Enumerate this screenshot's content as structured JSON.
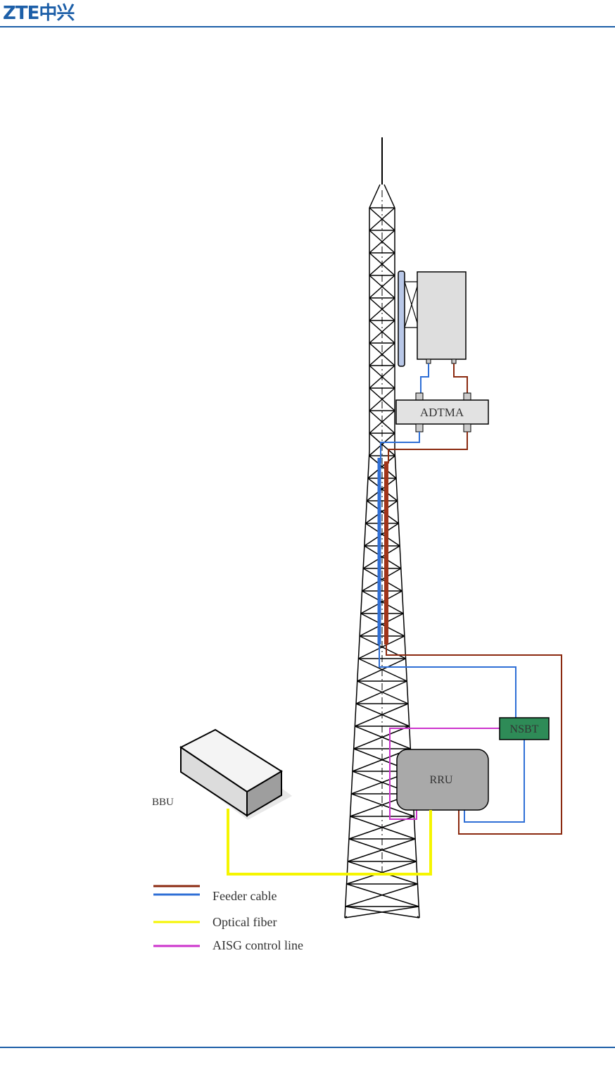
{
  "header": {
    "logo_text": "ZTE中兴",
    "brand_color": "#1d5fa8"
  },
  "diagram": {
    "labels": {
      "adtma": "ADTMA",
      "nsbt": "NSBT",
      "rru": "RRU",
      "bbu": "BBU"
    },
    "legend": [
      {
        "label": "Feeder cable",
        "colors": [
          "#8b2a10",
          "#2f6fd6"
        ]
      },
      {
        "label": "Optical fiber",
        "colors": [
          "#ffff33"
        ]
      },
      {
        "label": "AISG control line",
        "colors": [
          "#cc33cc"
        ]
      }
    ],
    "colors": {
      "feeder_brown": "#8b2a10",
      "feeder_blue": "#2f6fd6",
      "optical_fiber": "#f5f500",
      "aisg": "#cc33cc",
      "nsbt_fill": "#2e8b57",
      "rru_fill": "#a9a9a9",
      "adtma_fill": "#e2e2e2"
    }
  }
}
